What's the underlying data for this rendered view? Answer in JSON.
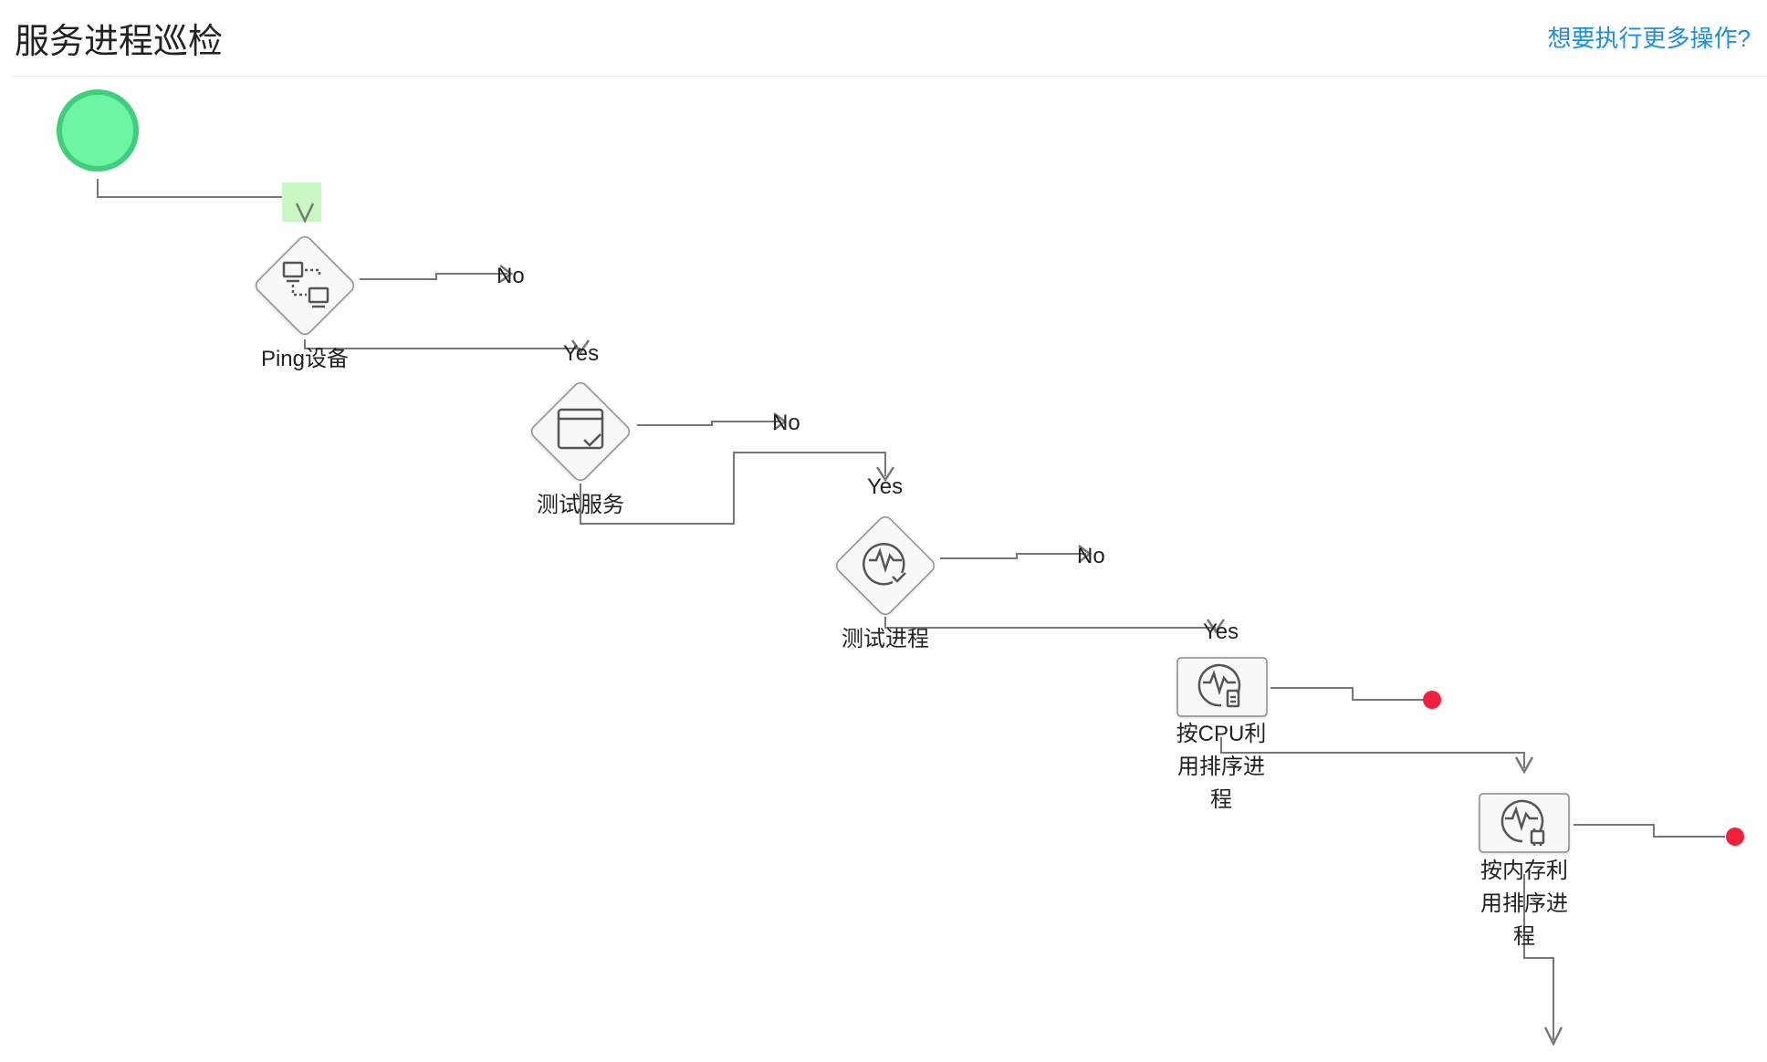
{
  "header": {
    "title": "服务进程巡检",
    "more_actions": "想要执行更多操作?"
  },
  "colors": {
    "start": "#6ef5a4",
    "start_border": "#3fcf7c",
    "end": "#f2203c",
    "link": "#1a8fe3",
    "connector": "#777777"
  },
  "nodes": {
    "start": {
      "icon": "start-event-circle"
    },
    "ping": {
      "label": "Ping设备",
      "icon": "network-devices-icon"
    },
    "test_service": {
      "label": "测试服务",
      "icon": "window-check-icon"
    },
    "test_process": {
      "label": "测试进程",
      "icon": "pulse-check-icon"
    },
    "cpu_sort": {
      "label_lines": [
        "按CPU利",
        "用排序进",
        "程"
      ],
      "icon": "pulse-cpu-icon"
    },
    "mem_sort": {
      "label_lines": [
        "按内存利",
        "用排序进",
        "程"
      ],
      "icon": "pulse-memory-icon"
    }
  },
  "branches": {
    "ping_no": "No",
    "ping_yes": "Yes",
    "service_no": "No",
    "service_yes": "Yes",
    "process_no": "No",
    "process_yes": "Yes"
  }
}
